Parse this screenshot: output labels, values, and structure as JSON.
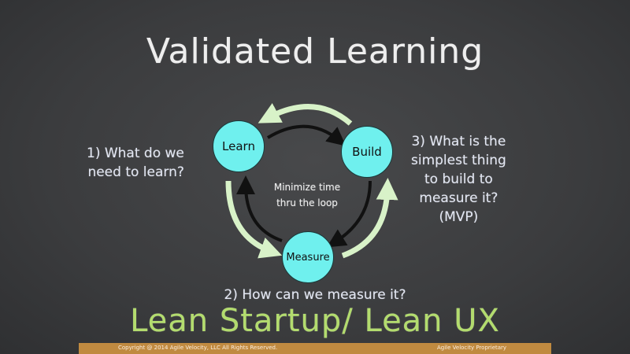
{
  "slide": {
    "title": "Validated Learning",
    "question_1": "1) What do we\nneed to learn?",
    "question_2": "2) How can we measure it?",
    "question_3": "3) What is the\nsimplest thing\nto build to\nmeasure it?\n(MVP)",
    "center_note": "Minimize time\nthru the loop",
    "subtitle": "Lean Startup/ Lean UX",
    "nodes": {
      "learn": "Learn",
      "build": "Build",
      "measure": "Measure"
    }
  },
  "footer": {
    "copyright": "Copyright @ 2014 Agile Velocity, LLC  All Rights Reserved.",
    "proprietary": "Agile Velocity Proprietary"
  },
  "colors": {
    "node": "#6ff0ee",
    "subtitle": "#b3dc6e",
    "outer_arrow": "#d8f2c8",
    "footer": "#c08a40"
  }
}
